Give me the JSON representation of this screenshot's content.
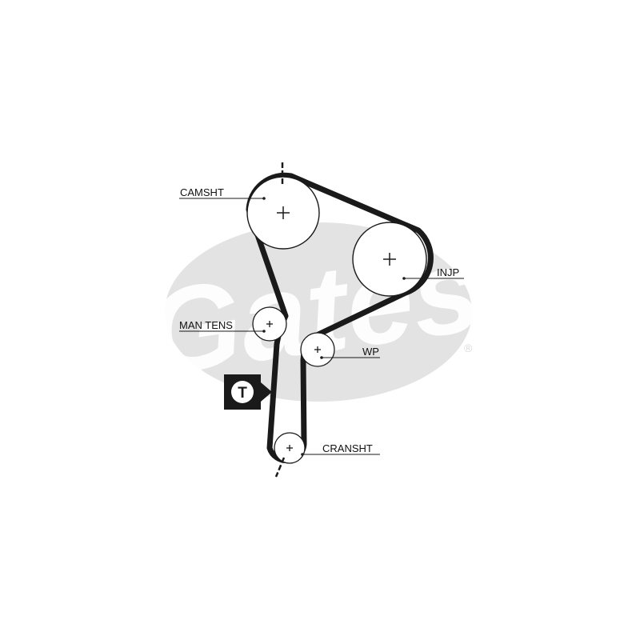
{
  "logo": {
    "brand": "Gates",
    "registered_mark": "®",
    "ellipse_color": "#e3e3e3"
  },
  "belt": {
    "color": "#1a1a1a"
  },
  "components": {
    "camshaft": {
      "label": "CAMSHT"
    },
    "injection_pump": {
      "label": "INJP"
    },
    "manual_tensioner": {
      "label": "MAN TENS"
    },
    "water_pump": {
      "label": "WP"
    },
    "crankshaft": {
      "label": "CRANSHT"
    }
  },
  "tension_marker": {
    "letter": "T",
    "icon": "tension-point-icon"
  }
}
